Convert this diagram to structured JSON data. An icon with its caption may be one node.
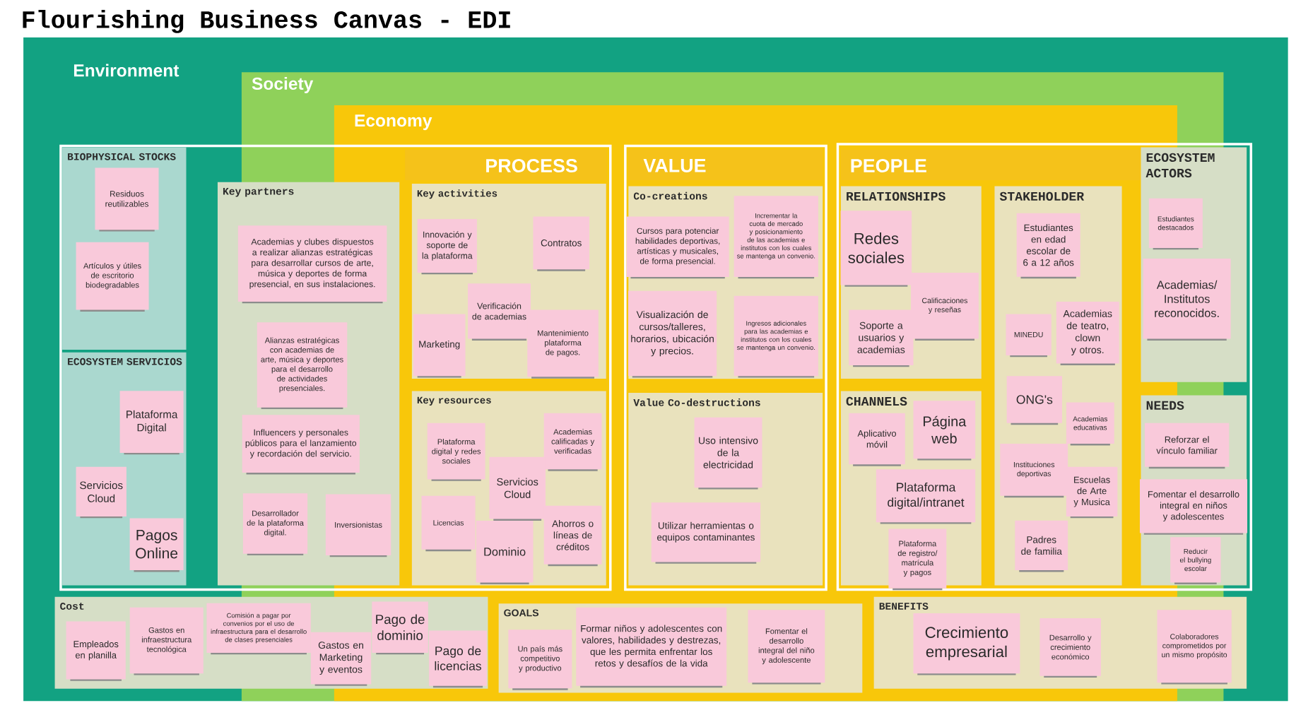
{
  "diagram": {
    "title": "Flourishing Business Canvas - EDI",
    "nodes": [
      {
        "text": [
          "Environment"
        ]
      },
      {
        "text": [
          "Society"
        ],
        "in": 0
      },
      {
        "text": [
          "Economy"
        ],
        "in": 1
      },
      {
        "text": [
          "PROCESS"
        ],
        "in": 0
      },
      {
        "text": [
          "BIOPHYSICAL STOCKS"
        ],
        "in": 3
      },
      {
        "text": [
          "Residuos reutilizables"
        ],
        "in": 4
      },
      {
        "text": [
          "Artículos y útiles de escritorio biodegradables"
        ],
        "in": 4
      },
      {
        "text": [
          "ECOSYSTEM SERVICIOS"
        ],
        "in": 3
      },
      {
        "text": [
          "Plataforma Digital"
        ],
        "in": 7
      },
      {
        "text": [
          "Servicios Cloud"
        ],
        "in": 7
      },
      {
        "text": [
          "Pagos Online"
        ],
        "in": 7
      },
      {
        "text": [
          "Key partners"
        ],
        "in": 3
      },
      {
        "text": [
          "Academias y clubes dispuestos a realizar alianzas estratégicas para desarrollar cursos de arte, música y deportes de forma presencial, en sus instalaciones."
        ],
        "in": 11
      },
      {
        "text": [
          "Alianzas estratégicas con academias de arte, música y deportes para el desarrollo de actividades presenciales."
        ],
        "in": 11
      },
      {
        "text": [
          "Influencers y personales públicos para el lanzamiento y recordación del servicio."
        ],
        "in": 11
      },
      {
        "text": [
          "Desarrollador de la plataforma digital."
        ],
        "in": 11
      },
      {
        "text": [
          "Inversionistas"
        ],
        "in": 11
      },
      {
        "text": [
          "Key activities"
        ]
      },
      {
        "text": [
          "Innovación y soporte de la plataforma"
        ],
        "in": 17
      },
      {
        "text": [
          "Contratos"
        ],
        "in": 17
      },
      {
        "text": [
          "Verificación de academias"
        ],
        "in": 17
      },
      {
        "text": [
          "Marketing"
        ],
        "in": 17
      },
      {
        "text": [
          "Mantenimiento plataforma de pagos."
        ],
        "in": 17
      },
      {
        "text": [
          "Key resources"
        ]
      },
      {
        "text": [
          "Plataforma digital y redes sociales"
        ],
        "in": 23
      },
      {
        "text": [
          "Academias calificadas y verificadas"
        ],
        "in": 23
      },
      {
        "text": [
          "Servicios Cloud"
        ],
        "in": 23
      },
      {
        "text": [
          "Licencias"
        ],
        "in": 23
      },
      {
        "text": [
          "Ahorros o líneas de créditos"
        ],
        "in": 23
      },
      {
        "text": [
          "Dominio"
        ],
        "in": 23
      },
      {
        "text": [
          "VALUE"
        ],
        "in": 2
      },
      {
        "text": [
          "Co-creations"
        ],
        "in": 30
      },
      {
        "text": [
          "Cursos para potenciar habilidades deportivas, artísticas y musicales, de forma presencial."
        ],
        "in": 31
      },
      {
        "text": [
          "Incrementar la cuota de mercado y posicionamiento de las academias e institutos con los cuales se mantenga un convenio."
        ],
        "in": 31
      },
      {
        "text": [
          "Visualización de cursos/talleres, horarios, ubicación y precios."
        ],
        "in": 31
      },
      {
        "text": [
          "Ingresos adicionales para las academias e institutos con los cuales se mantenga un convenio."
        ],
        "in": 31
      },
      {
        "text": [
          "Value Co-destructions"
        ],
        "in": 30
      },
      {
        "text": [
          "Uso intensivo de la electricidad"
        ],
        "in": 36
      },
      {
        "text": [
          "Utilizar herramientas o equipos contaminantes"
        ],
        "in": 36
      },
      {
        "text": [
          "PEOPLE"
        ],
        "in": 0
      },
      {
        "text": [
          "RELATIONSHIPS"
        ],
        "in": 39
      },
      {
        "text": [
          "Redes sociales"
        ],
        "in": 40
      },
      {
        "text": [
          "Calificaciones y reseñas"
        ],
        "in": 40
      },
      {
        "text": [
          "Soporte a usuarios y academias"
        ],
        "in": 40
      },
      {
        "text": [
          "CHANNELS"
        ],
        "in": 39
      },
      {
        "text": [
          "Aplicativo móvil"
        ],
        "in": 44
      },
      {
        "text": [
          "Página web"
        ],
        "in": 44
      },
      {
        "text": [
          "Plataforma digital/intranet"
        ],
        "in": 44
      },
      {
        "text": [
          "Plataforma de registro/ matrícula y pagos"
        ],
        "in": 44
      },
      {
        "text": [
          "STAKEHOLDER"
        ],
        "in": 39
      },
      {
        "text": [
          "Estudiantes en edad escolar de 6 a 12 años"
        ],
        "in": 49
      },
      {
        "text": [
          "MINEDU"
        ],
        "in": 49
      },
      {
        "text": [
          "Academias de teatro, clown y otros."
        ],
        "in": 49
      },
      {
        "text": [
          "ONG's"
        ],
        "in": 49
      },
      {
        "text": [
          "Academias educativas"
        ],
        "in": 49
      },
      {
        "text": [
          "Instituciones deportivas"
        ],
        "in": 49
      },
      {
        "text": [
          "Escuelas de Arte y Musica"
        ],
        "in": 49
      },
      {
        "text": [
          "Padres de familia"
        ],
        "in": 49
      },
      {
        "text": [
          "ECOSYSTEM ACTORS"
        ],
        "in": 39
      },
      {
        "text": [
          "Estudiantes destacados"
        ]
      },
      {
        "text": [
          "Academias/ Institutos reconocidos."
        ],
        "in": 58
      },
      {
        "text": [
          "NEEDS"
        ],
        "in": 39
      },
      {
        "text": [
          "Reforzar el vínculo familiar"
        ]
      },
      {
        "text": [
          "Fomentar el desarrollo integral en niños y adolescentes"
        ],
        "in": 61
      },
      {
        "text": [
          "Reducir el bullying escolar"
        ]
      },
      {
        "text": [
          "Cost"
        ],
        "in": 0
      },
      {
        "text": [
          "Empleados en planilla"
        ],
        "in": 65
      },
      {
        "text": [
          "Gastos en infraestructura tecnológica"
        ],
        "in": 65
      },
      {
        "text": [
          "Comisión a pagar por convenios por el uso de infraestructura para el desarrollo de clases presenciales"
        ],
        "in": 65
      },
      {
        "text": [
          "Gastos en Marketing y eventos"
        ]
      },
      {
        "text": [
          "Pago de dominio"
        ]
      },
      {
        "text": [
          "Pago de licencias"
        ]
      },
      {
        "text": [
          "GOALS"
        ],
        "in": 2
      },
      {
        "text": [
          "Un país más competitivo y productivo"
        ],
        "in": 72
      },
      {
        "text": [
          "Formar niños y adolescentes con valores, habilidades y destrezas, que les permita enfrentar los retos y desafíos de la vida"
        ],
        "in": 72
      },
      {
        "text": [
          "Fomentar el desarrollo integral del niño y adolescente"
        ],
        "in": 72
      },
      {
        "text": [
          "BENEFITS"
        ],
        "in": 0
      },
      {
        "text": [
          "Crecimiento empresarial"
        ],
        "in": 76
      },
      {
        "text": [
          "Desarrollo y crecimiento económico"
        ],
        "in": 76
      },
      {
        "text": [
          "Colaboradores comprometidos por un mismo propósito"
        ],
        "in": 76
      }
    ]
  }
}
